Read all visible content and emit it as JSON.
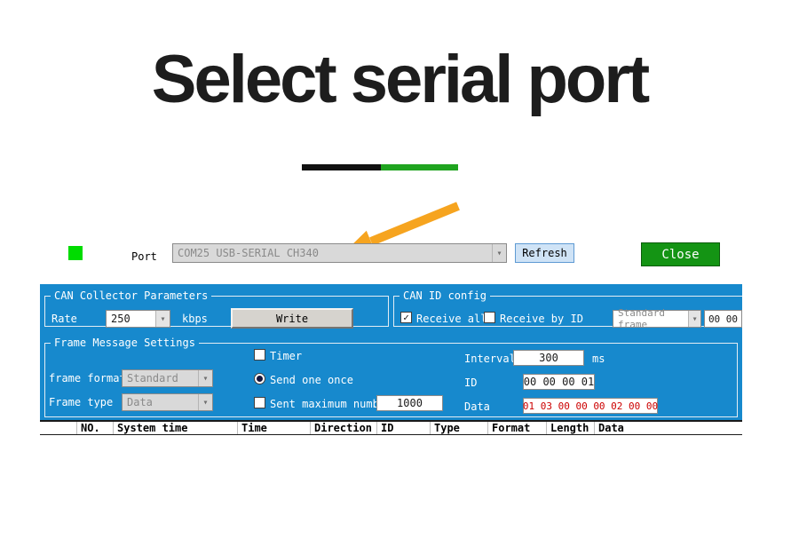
{
  "colors": {
    "panel_blue": "#1789cd",
    "close_green": "#149414",
    "led_green": "#00dc00",
    "arrow_orange": "#f6a41f",
    "data_red": "#cc0000",
    "bar_black": "#111111",
    "bar_green": "#1fa41f"
  },
  "icons": {
    "chevron_down": "▾",
    "check": "✓"
  },
  "title": "Select serial port",
  "port_row": {
    "label": "Port",
    "combo_value": "COM25 USB-SERIAL CH340",
    "refresh_label": "Refresh",
    "close_label": "Close"
  },
  "can_params": {
    "group_label": "CAN Collector Parameters",
    "rate_label": "Rate",
    "rate_value": "250",
    "kbps_label": "kbps",
    "write_label": "Write"
  },
  "can_id": {
    "group_label": "CAN ID config",
    "receive_all_label": "Receive all",
    "receive_by_id_label": "Receive by ID",
    "frame_combo_value": "Standard frame",
    "id_value": "00 00"
  },
  "frame_settings": {
    "group_label": "Frame Message Settings",
    "frame_format_label": "frame format",
    "frame_format_value": "Standard",
    "frame_type_label": "Frame type",
    "frame_type_value": "Data",
    "timer_label": "Timer",
    "send_once_label": "Send one once",
    "max_number_label": "Sent maximum number",
    "max_number_value": "1000",
    "interval_label": "Interval",
    "interval_value": "300",
    "ms_label": "ms",
    "id_label": "ID",
    "id_value": "00 00 00 01",
    "data_label": "Data",
    "data_value": "01 03 00 00 00 02 00 00"
  },
  "table": {
    "headers": [
      "NO.",
      "System time",
      "Time",
      "Direction",
      "ID",
      "Type",
      "Format",
      "Length",
      "Data"
    ]
  }
}
